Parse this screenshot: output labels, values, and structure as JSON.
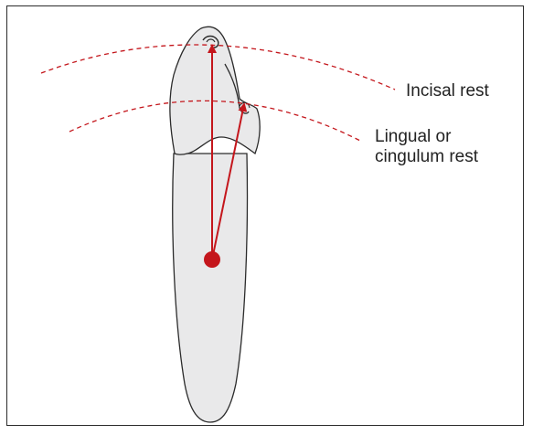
{
  "labels": {
    "incisal_rest": "Incisal rest",
    "lingual_line1": "Lingual or",
    "lingual_line2": "cingulum rest"
  },
  "colors": {
    "arrow": "#c4161c",
    "arc": "#c4161c",
    "tooth_fill": "#e9e9ea",
    "outline": "#2b2b2b"
  }
}
